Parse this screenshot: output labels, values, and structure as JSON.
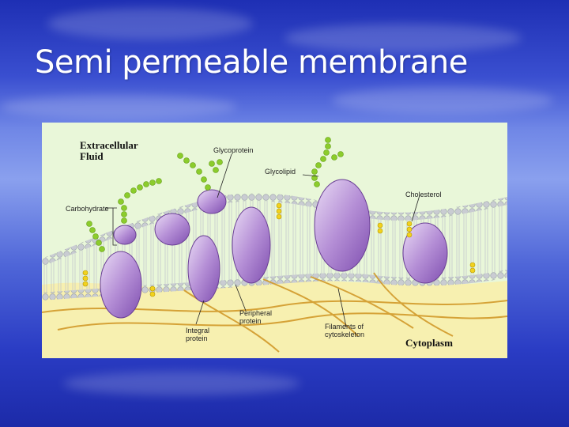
{
  "slide": {
    "title": "Semi permeable membrane"
  },
  "diagram": {
    "labels": {
      "extracellular": "Extracellular\nFluid",
      "glycoprotein": "Glycoprotein",
      "glycolipid": "Glycolipid",
      "cholesterol": "Cholesterol",
      "carbohydrate": "Carbohydrate",
      "peripheral_protein": "Peripheral\nprotein",
      "integral_protein": "Integral\nprotein",
      "cytoskeleton": "Filaments of\ncytoskeleton",
      "cytoplasm": "Cytoplasm"
    },
    "colors": {
      "background": "#e9f7d9",
      "cytoplasm": "#f7f0b0",
      "lipid_head": "#c9ccd2",
      "protein": "#b58fd6",
      "carbohydrate_chain": "#8ccc2c",
      "cholesterol": "#f2d21e",
      "filament": "#d29a2a"
    }
  }
}
